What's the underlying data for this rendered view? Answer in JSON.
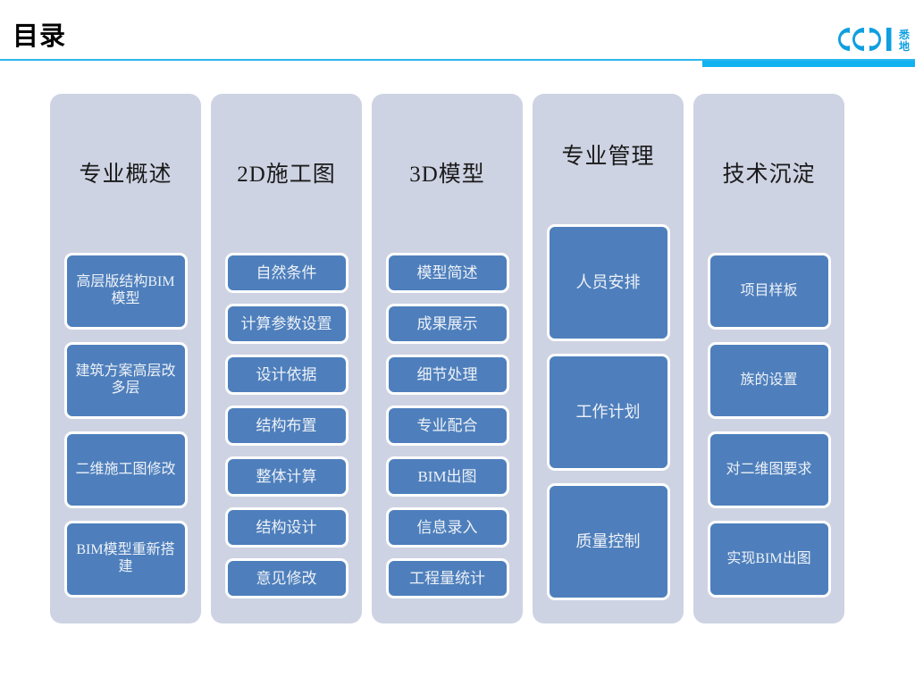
{
  "header": {
    "title": "目录",
    "accent_color": "#13B2F0",
    "rule_color": "#2BB6EF"
  },
  "logo": {
    "mark_name": "ccdi-logo",
    "wordmark": "CCDI",
    "cn_line1": "悉",
    "cn_line2": "地",
    "color": "#0E9FE0"
  },
  "theme": {
    "panel_bg": "#CED3E3",
    "item_bg": "#4E7FBC",
    "item_border": "#FFFFFF",
    "item_text": "#EDF1F7",
    "title_text": "#1A1A1A"
  },
  "columns": [
    {
      "title": "专业概述",
      "items": [
        "高层版结构BIM模型",
        "建筑方案高层改多层",
        "二维施工图修改",
        "BIM模型重新搭建"
      ]
    },
    {
      "title": "2D施工图",
      "items": [
        "自然条件",
        "计算参数设置",
        "设计依据",
        "结构布置",
        "整体计算",
        "结构设计",
        "意见修改"
      ]
    },
    {
      "title": "3D模型",
      "items": [
        "模型简述",
        "成果展示",
        "细节处理",
        "专业配合",
        "BIM出图",
        "信息录入",
        "工程量统计"
      ]
    },
    {
      "title": "专业管理",
      "items": [
        "人员安排",
        "工作计划",
        "质量控制"
      ]
    },
    {
      "title": "技术沉淀",
      "items": [
        "项目样板",
        "族的设置",
        "对二维图要求",
        "实现BIM出图"
      ]
    }
  ]
}
